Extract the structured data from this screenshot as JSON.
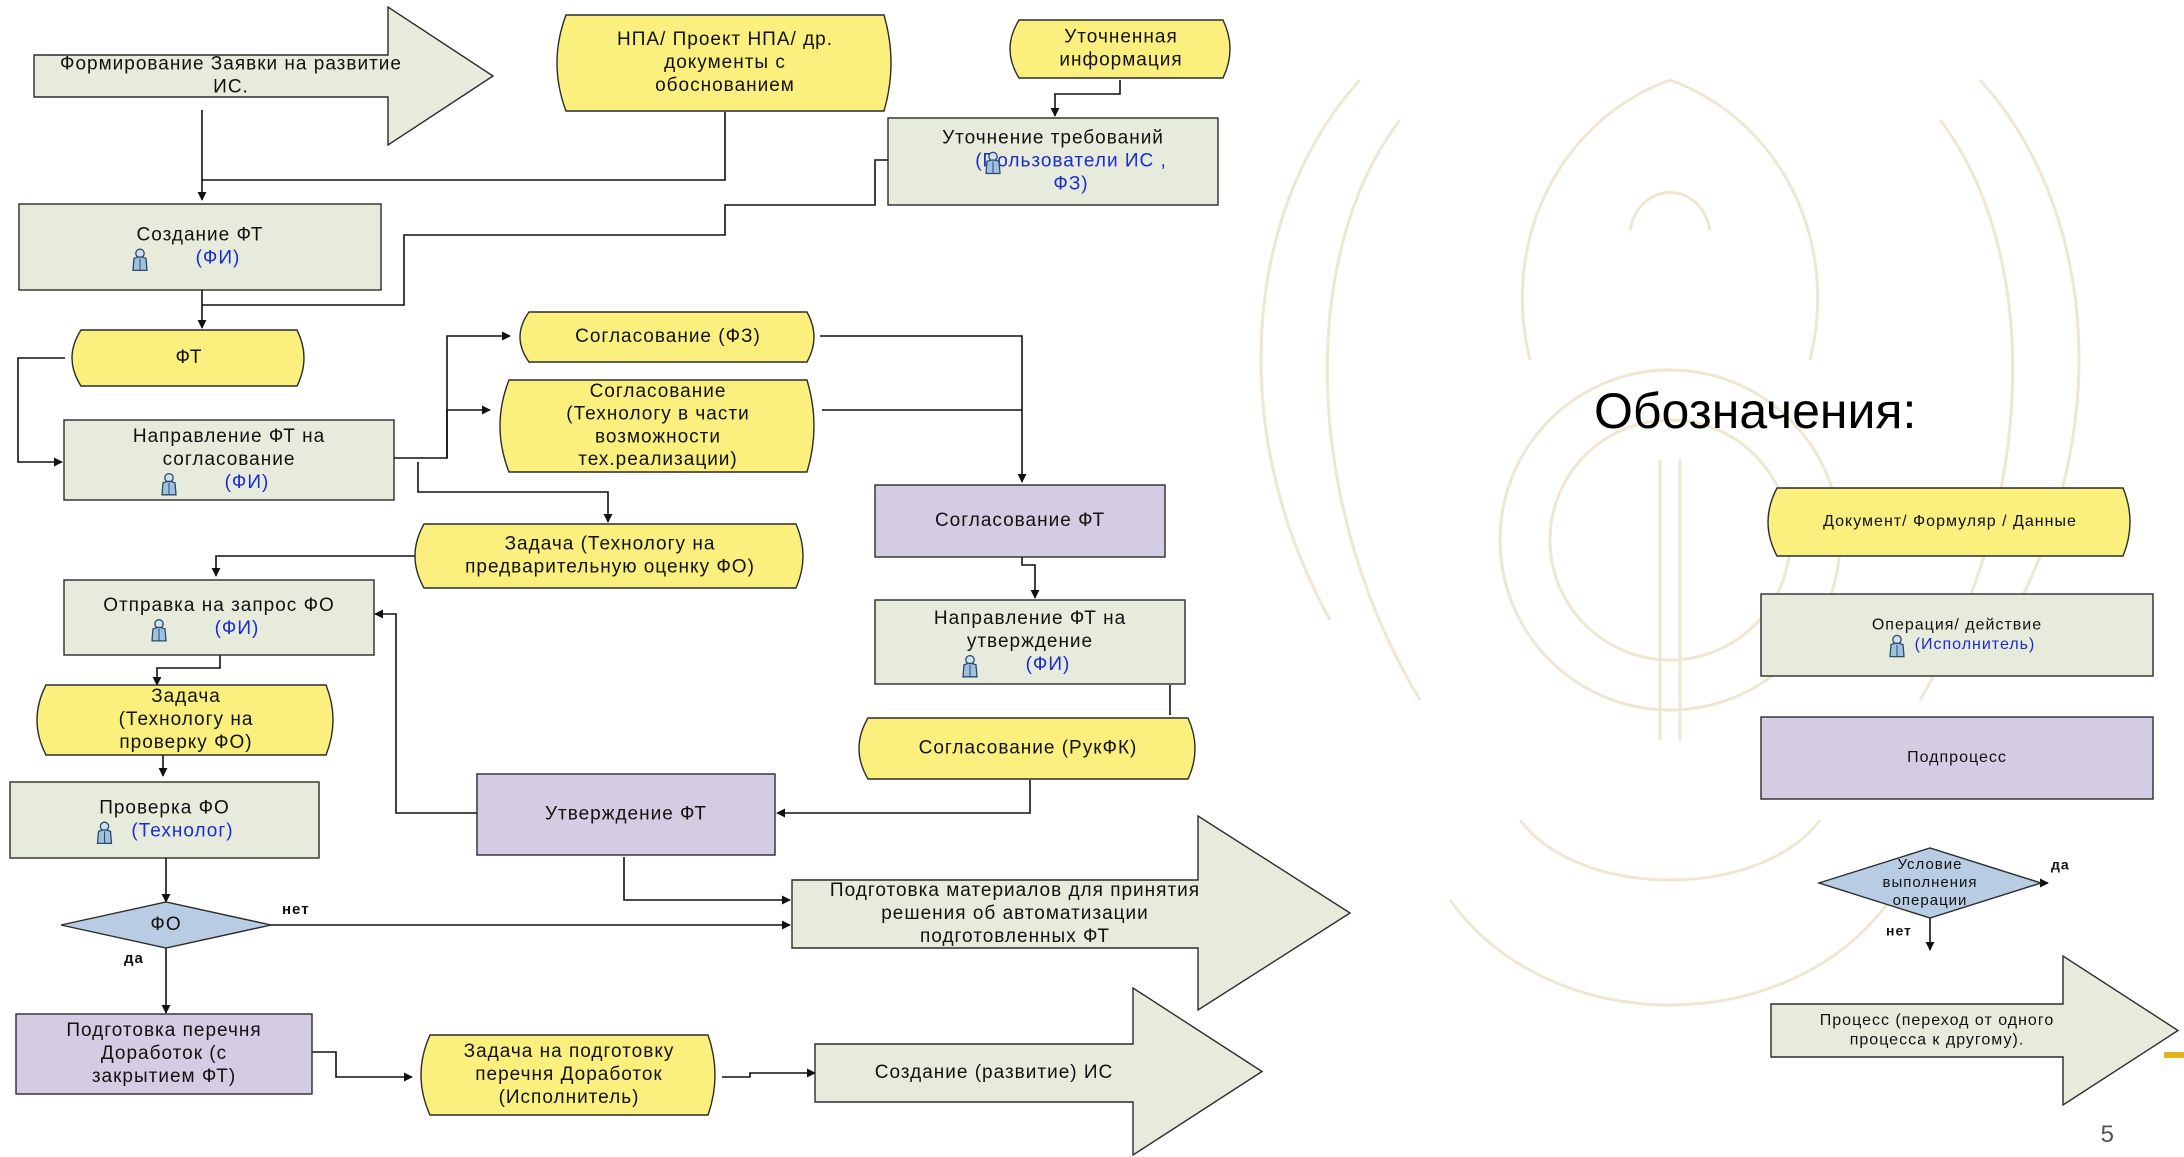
{
  "colors": {
    "document_fill": "#fbf07e",
    "operation_fill": "#e7ebdc",
    "subprocess_fill": "#d4cce2",
    "condition_fill": "#b8cde4",
    "stroke": "#2b2b2b",
    "performer_text": "#1a2bd0",
    "watermark": "#eee7d2"
  },
  "icons": {
    "performer": "person-icon"
  },
  "diagram": {
    "formirovanie": [
      "Формирование Заявки на развитие",
      "ИС."
    ],
    "npa": [
      "НПА/ Проект НПА/ др.",
      "документы с",
      "обоснованием"
    ],
    "utochnennaya": [
      "Уточненная",
      "информация"
    ],
    "utochnenie": {
      "lines": [
        "Уточнение требований"
      ],
      "performer": [
        "(Пользователи ИС ,",
        "ФЗ)"
      ]
    },
    "sozdanie_ft": {
      "lines": [
        "Создание ФТ"
      ],
      "performer": [
        "(ФИ)"
      ]
    },
    "ft_doc": [
      "ФТ"
    ],
    "napravlenie_soglas": {
      "lines": [
        "Направление ФТ на",
        "согласование"
      ],
      "performer": [
        "(ФИ)"
      ]
    },
    "soglas_fz": [
      "Согласование (ФЗ)"
    ],
    "soglas_tech": [
      "Согласование",
      "(Технологу в части",
      "возможности",
      "тех.реализации)"
    ],
    "soglas_ft": [
      "Согласование ФТ"
    ],
    "zadacha_ocenka": [
      "Задача (Технологу на",
      "предварительную оценку ФО)"
    ],
    "otpravka": {
      "lines": [
        "Отправка на запрос ФО"
      ],
      "performer": [
        "(ФИ)"
      ]
    },
    "napravlenie_utv": {
      "lines": [
        "Направление ФТ на",
        "утверждение"
      ],
      "performer": [
        "(ФИ)"
      ]
    },
    "zadacha_proverka": [
      "Задача",
      "(Технологу на",
      "проверку ФО)"
    ],
    "soglas_rukfk": [
      "Согласование (РукФК)"
    ],
    "proverka": {
      "lines": [
        "Проверка ФО"
      ],
      "performer": [
        "(Технолог)"
      ]
    },
    "utverzhdenie": [
      "Утверждение ФТ"
    ],
    "podgotovka_mat": [
      "Подготовка материалов для принятия",
      "решения об автоматизации",
      "подготовленных  ФТ"
    ],
    "fo_condition": "ФО",
    "label_net": "нет",
    "label_da": "да",
    "podgotovka_perechnya": [
      "Подготовка перечня",
      "Доработок (с",
      "закрытием ФТ)"
    ],
    "zadacha_perechen": [
      "Задача на подготовку",
      "перечня Доработок",
      "(Исполнитель)"
    ],
    "sozdanie_is": [
      "Создание (развитие) ИС"
    ]
  },
  "legend": {
    "title": "Обозначения:",
    "document": [
      "Документ/ Формуляр / Данные"
    ],
    "operation": {
      "lines": [
        "Операция/ действие"
      ],
      "performer": [
        "(Исполнитель)"
      ]
    },
    "subprocess": [
      "Подпроцесс"
    ],
    "condition": [
      "Условие",
      "выполнения",
      "операции"
    ],
    "label_da": "да",
    "label_net": "нет",
    "process": [
      "Процесс (переход от одного",
      "процесса к другому)."
    ]
  },
  "page_number": "5"
}
